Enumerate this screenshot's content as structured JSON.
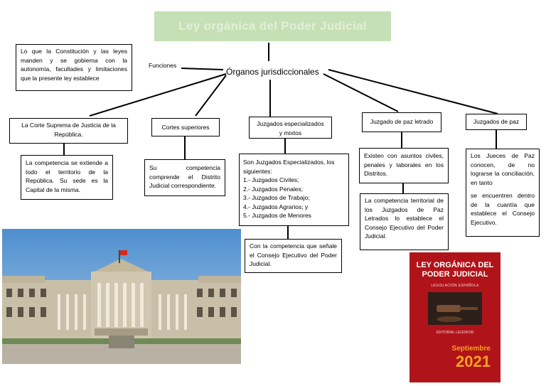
{
  "title": "Ley orgánica del Poder Judicial",
  "root": "Órganos jurisdiccionales",
  "functions": {
    "label": "Funciones",
    "text": "Lo que la Constitución y las leyes manden y se gobierna con la autonomía, facultades y limitaciones que la presente ley establece"
  },
  "branches": [
    {
      "title": "La Corte Suprema de Justicia de la República.",
      "detail": "La competencia se extiende a todo el territorio de la República. Su sede es la Capital de la misma."
    },
    {
      "title": "Cortes superiores",
      "detail": "Su competencia comprende el Distrito Judicial correspondiente."
    },
    {
      "title": "Juzgados especializados y mixtos",
      "detail_intro": "Son Juzgados Especializados, los siguientes:",
      "detail_items": [
        "1.- Juzgados Civiles;",
        "2.- Juzgados Penales;",
        "3.- Juzgados de Trabajo;",
        "4.- Juzgados Agrarios; y",
        "5.- Juzgados de Menores"
      ],
      "detail2": "Con la competencia que señale el Consejo Ejecutivo del Poder Judicial."
    },
    {
      "title": "Juzgado de paz letrado",
      "detail": "Existen con asuntos civiles, penales y laborales en los Distritos.",
      "detail2": "La competencia territorial de los Juzgados de Paz Letrados lo establece el Consejo Ejecutivo del Poder Judicial."
    },
    {
      "title": "Juzgados de paz",
      "detail": "Los Jueces de Paz conocen, de no lograrse la conciliación, en tanto",
      "detail_b": "se encuentren dentro de la cuantía que establece el Consejo Ejecutivo."
    }
  ],
  "book": {
    "title_line1": "LEY ORGÁNICA DEL",
    "title_line2": "PODER JUDICIAL",
    "subtitle": "LEGISLACIÓN ESPAÑOLA",
    "publisher": "EDITORIAL LEGISFOR",
    "month": "Septiembre",
    "year": "2021"
  },
  "colors": {
    "title_bg": "#c5e0b4",
    "book_red": "#b0141a",
    "book_orange": "#f6a21e"
  },
  "images": {
    "building_photo": "palace-of-justice-photo",
    "book_cover": "book-cover"
  }
}
